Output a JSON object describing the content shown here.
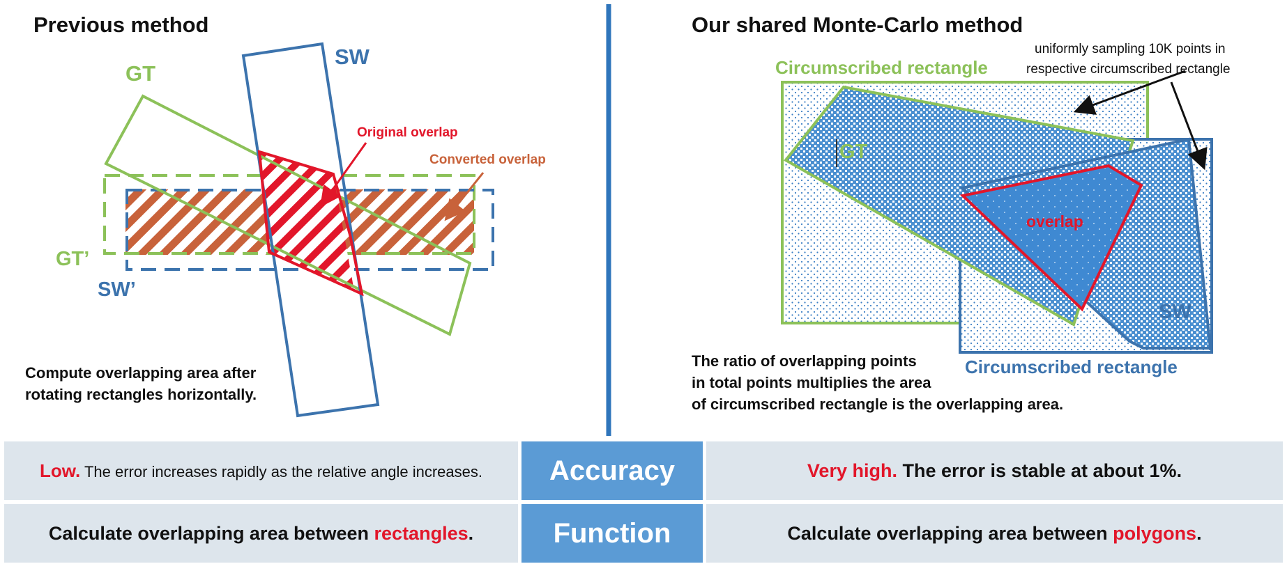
{
  "left": {
    "title": "Previous method",
    "label_gt": "GT",
    "label_sw": "SW",
    "label_gt_prime": "GT’",
    "label_sw_prime": "SW’",
    "label_original_overlap": "Original overlap",
    "label_converted_overlap": "Converted overlap",
    "desc_line1": "Compute overlapping area after",
    "desc_line2": "rotating rectangles horizontally."
  },
  "right": {
    "title": "Our shared Monte-Carlo method",
    "label_circ_green": "Circumscribed rectangle",
    "label_circ_blue": "Circumscribed rectangle",
    "sampling_line1": "uniformly sampling 10K points in",
    "sampling_line2": "respective circumscribed rectangle",
    "label_gt": "GT",
    "label_sw": "SW",
    "label_overlap": "overlap",
    "desc_line1": "The ratio of overlapping points",
    "desc_line2": "in total points multiplies the area",
    "desc_line3": "of circumscribed rectangle is the overlapping area."
  },
  "table": {
    "row1": {
      "left_highlight": "Low.",
      "left_text": " The error increases rapidly as the relative angle increases.",
      "middle": "Accuracy",
      "right_highlight": "Very high.",
      "right_text": " The error is stable at about 1%."
    },
    "row2": {
      "left_text": "Calculate overlapping area between ",
      "left_highlight": "rectangles",
      "left_end": ".",
      "middle": "Function",
      "right_text": "Calculate overlapping area between ",
      "right_highlight": "polygons",
      "right_end": "."
    }
  },
  "colors": {
    "green": "#8cc159",
    "blue": "#3c73ad",
    "red": "#e2162a",
    "orange": "#c8623a",
    "divider": "#2f75bb",
    "table_mid": "#5b9bd5",
    "table_light": "#dde5ec"
  }
}
